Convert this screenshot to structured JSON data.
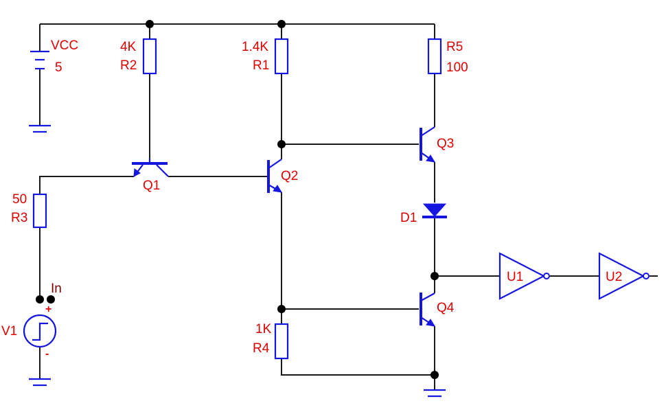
{
  "supply": {
    "name": "VCC",
    "value": "5"
  },
  "resistors": {
    "r1": {
      "name": "R1",
      "value": "1.4K"
    },
    "r2": {
      "name": "R2",
      "value": "4K"
    },
    "r3": {
      "name": "R3",
      "value": "50"
    },
    "r4": {
      "name": "R4",
      "value": "1K"
    },
    "r5": {
      "name": "R5",
      "value": "100"
    }
  },
  "transistors": {
    "q1": "Q1",
    "q2": "Q2",
    "q3": "Q3",
    "q4": "Q4"
  },
  "diode": {
    "name": "D1"
  },
  "source": {
    "name": "V1",
    "plus": "+",
    "minus": "-"
  },
  "net_labels": {
    "input": "In"
  },
  "gates": {
    "u1": "U1",
    "u2": "U2"
  },
  "colors": {
    "wire": "#1a1a1a",
    "component": "#1515e0",
    "label": "#dd0000",
    "net_label": "#7a0000"
  }
}
